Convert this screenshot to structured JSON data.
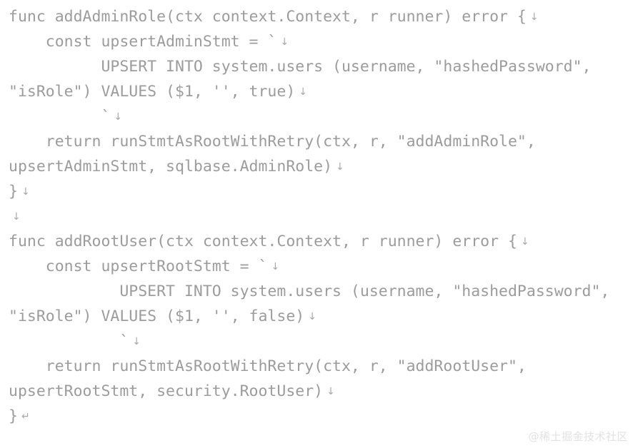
{
  "editor": {
    "background_color": "#ffffff",
    "text_color": "#9c9c9c",
    "newline_marker_color": "#a8a8a8",
    "language": "go",
    "newline_marker_down": "↓",
    "newline_marker_return": "↵",
    "lines": [
      {
        "text": "func addAdminRole(ctx context.Context, r runner) error {",
        "marker": "↓",
        "wrapped": false
      },
      {
        "text": "    const upsertAdminStmt = `",
        "marker": "↓",
        "wrapped": false
      },
      {
        "text": "          UPSERT INTO system.users (username, \"hashedPassword\",",
        "marker": "",
        "wrapped": false
      },
      {
        "text": "\"isRole\") VALUES ($1, '', true)",
        "marker": "↓",
        "wrapped": true
      },
      {
        "text": "          `",
        "marker": "↓",
        "wrapped": false
      },
      {
        "text": "    return runStmtAsRootWithRetry(ctx, r, \"addAdminRole\",",
        "marker": "",
        "wrapped": false
      },
      {
        "text": "upsertAdminStmt, sqlbase.AdminRole)",
        "marker": "↓",
        "wrapped": true
      },
      {
        "text": "}",
        "marker": "↓",
        "wrapped": false
      },
      {
        "text": "",
        "marker": "↓",
        "wrapped": false
      },
      {
        "text": "func addRootUser(ctx context.Context, r runner) error {",
        "marker": "↓",
        "wrapped": false
      },
      {
        "text": "    const upsertRootStmt = `",
        "marker": "↓",
        "wrapped": false
      },
      {
        "text": "            UPSERT INTO system.users (username, \"hashedPassword\",",
        "marker": "",
        "wrapped": false
      },
      {
        "text": "\"isRole\") VALUES ($1, '', false)",
        "marker": "↓",
        "wrapped": true
      },
      {
        "text": "            `",
        "marker": "↓",
        "wrapped": false
      },
      {
        "text": "    return runStmtAsRootWithRetry(ctx, r, \"addRootUser\",",
        "marker": "",
        "wrapped": false
      },
      {
        "text": "upsertRootStmt, security.RootUser)",
        "marker": "↓",
        "wrapped": true
      },
      {
        "text": "}",
        "marker": "↵",
        "wrapped": false
      }
    ]
  },
  "watermark": {
    "text": "@稀土掘金技术社区",
    "color": "#e2e2e2"
  }
}
